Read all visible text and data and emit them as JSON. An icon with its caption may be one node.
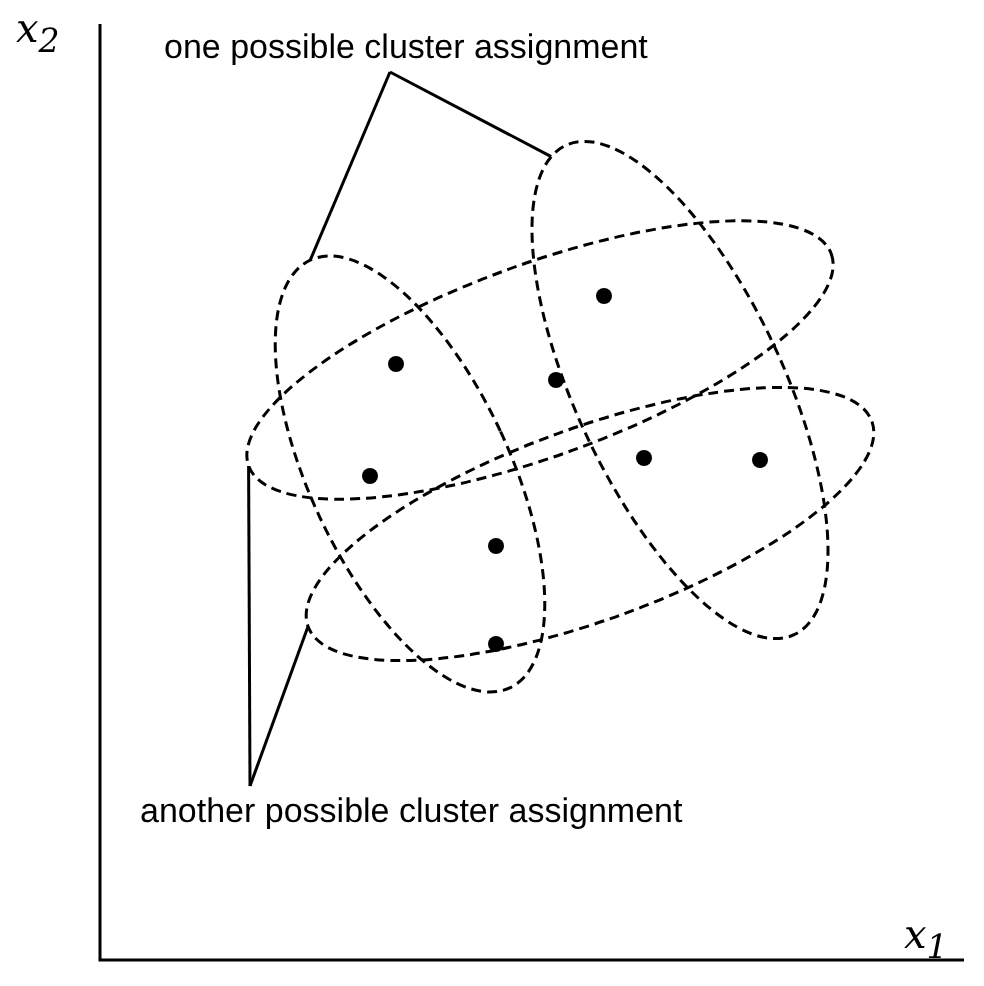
{
  "diagram": {
    "nodes": [
      {
        "text": [
          "one possible cluster assignment"
        ]
      },
      {
        "text": [],
        "shape": "ellipse"
      },
      {
        "text": [],
        "shape": "ellipse"
      },
      {
        "text": [],
        "shape": "ellipse"
      },
      {
        "text": [],
        "shape": "ellipse"
      },
      {
        "text": [
          "another possible cluster assignment"
        ]
      }
    ],
    "edges": [
      {
        "from": 0,
        "to": 1,
        "arrow": "none"
      },
      {
        "from": 0,
        "to": 2,
        "arrow": "none"
      },
      {
        "from": 5,
        "to": 3,
        "arrow": "none"
      },
      {
        "from": 5,
        "to": 4,
        "arrow": "none"
      }
    ],
    "labels": [
      "x$_{2}$",
      "x$_{1}$"
    ]
  }
}
